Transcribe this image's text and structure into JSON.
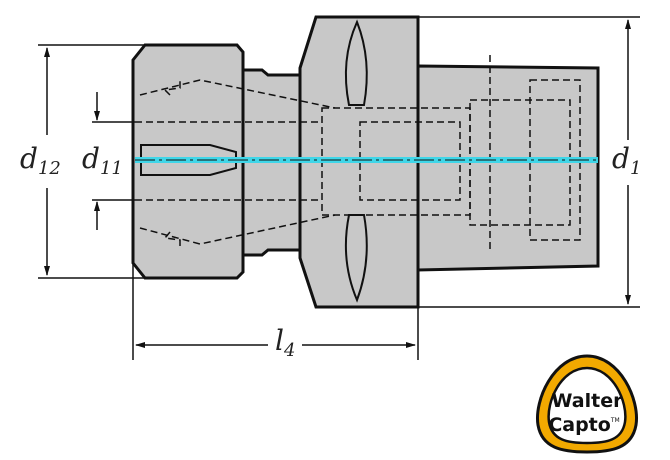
{
  "drawing": {
    "dimensions": [
      {
        "id": "d12",
        "base": "d",
        "sub": "12"
      },
      {
        "id": "d11",
        "base": "d",
        "sub": "11"
      },
      {
        "id": "d1",
        "base": "d",
        "sub": "1"
      },
      {
        "id": "l4",
        "base": "l",
        "sub": "4"
      }
    ]
  },
  "logo": {
    "line1": "Walter",
    "line2": "Capto",
    "mark": "TM"
  },
  "colors": {
    "body": "#c8c8c8",
    "outline": "#111111",
    "axis": "#3fd6e8",
    "logo_ring": "#f2a900"
  }
}
